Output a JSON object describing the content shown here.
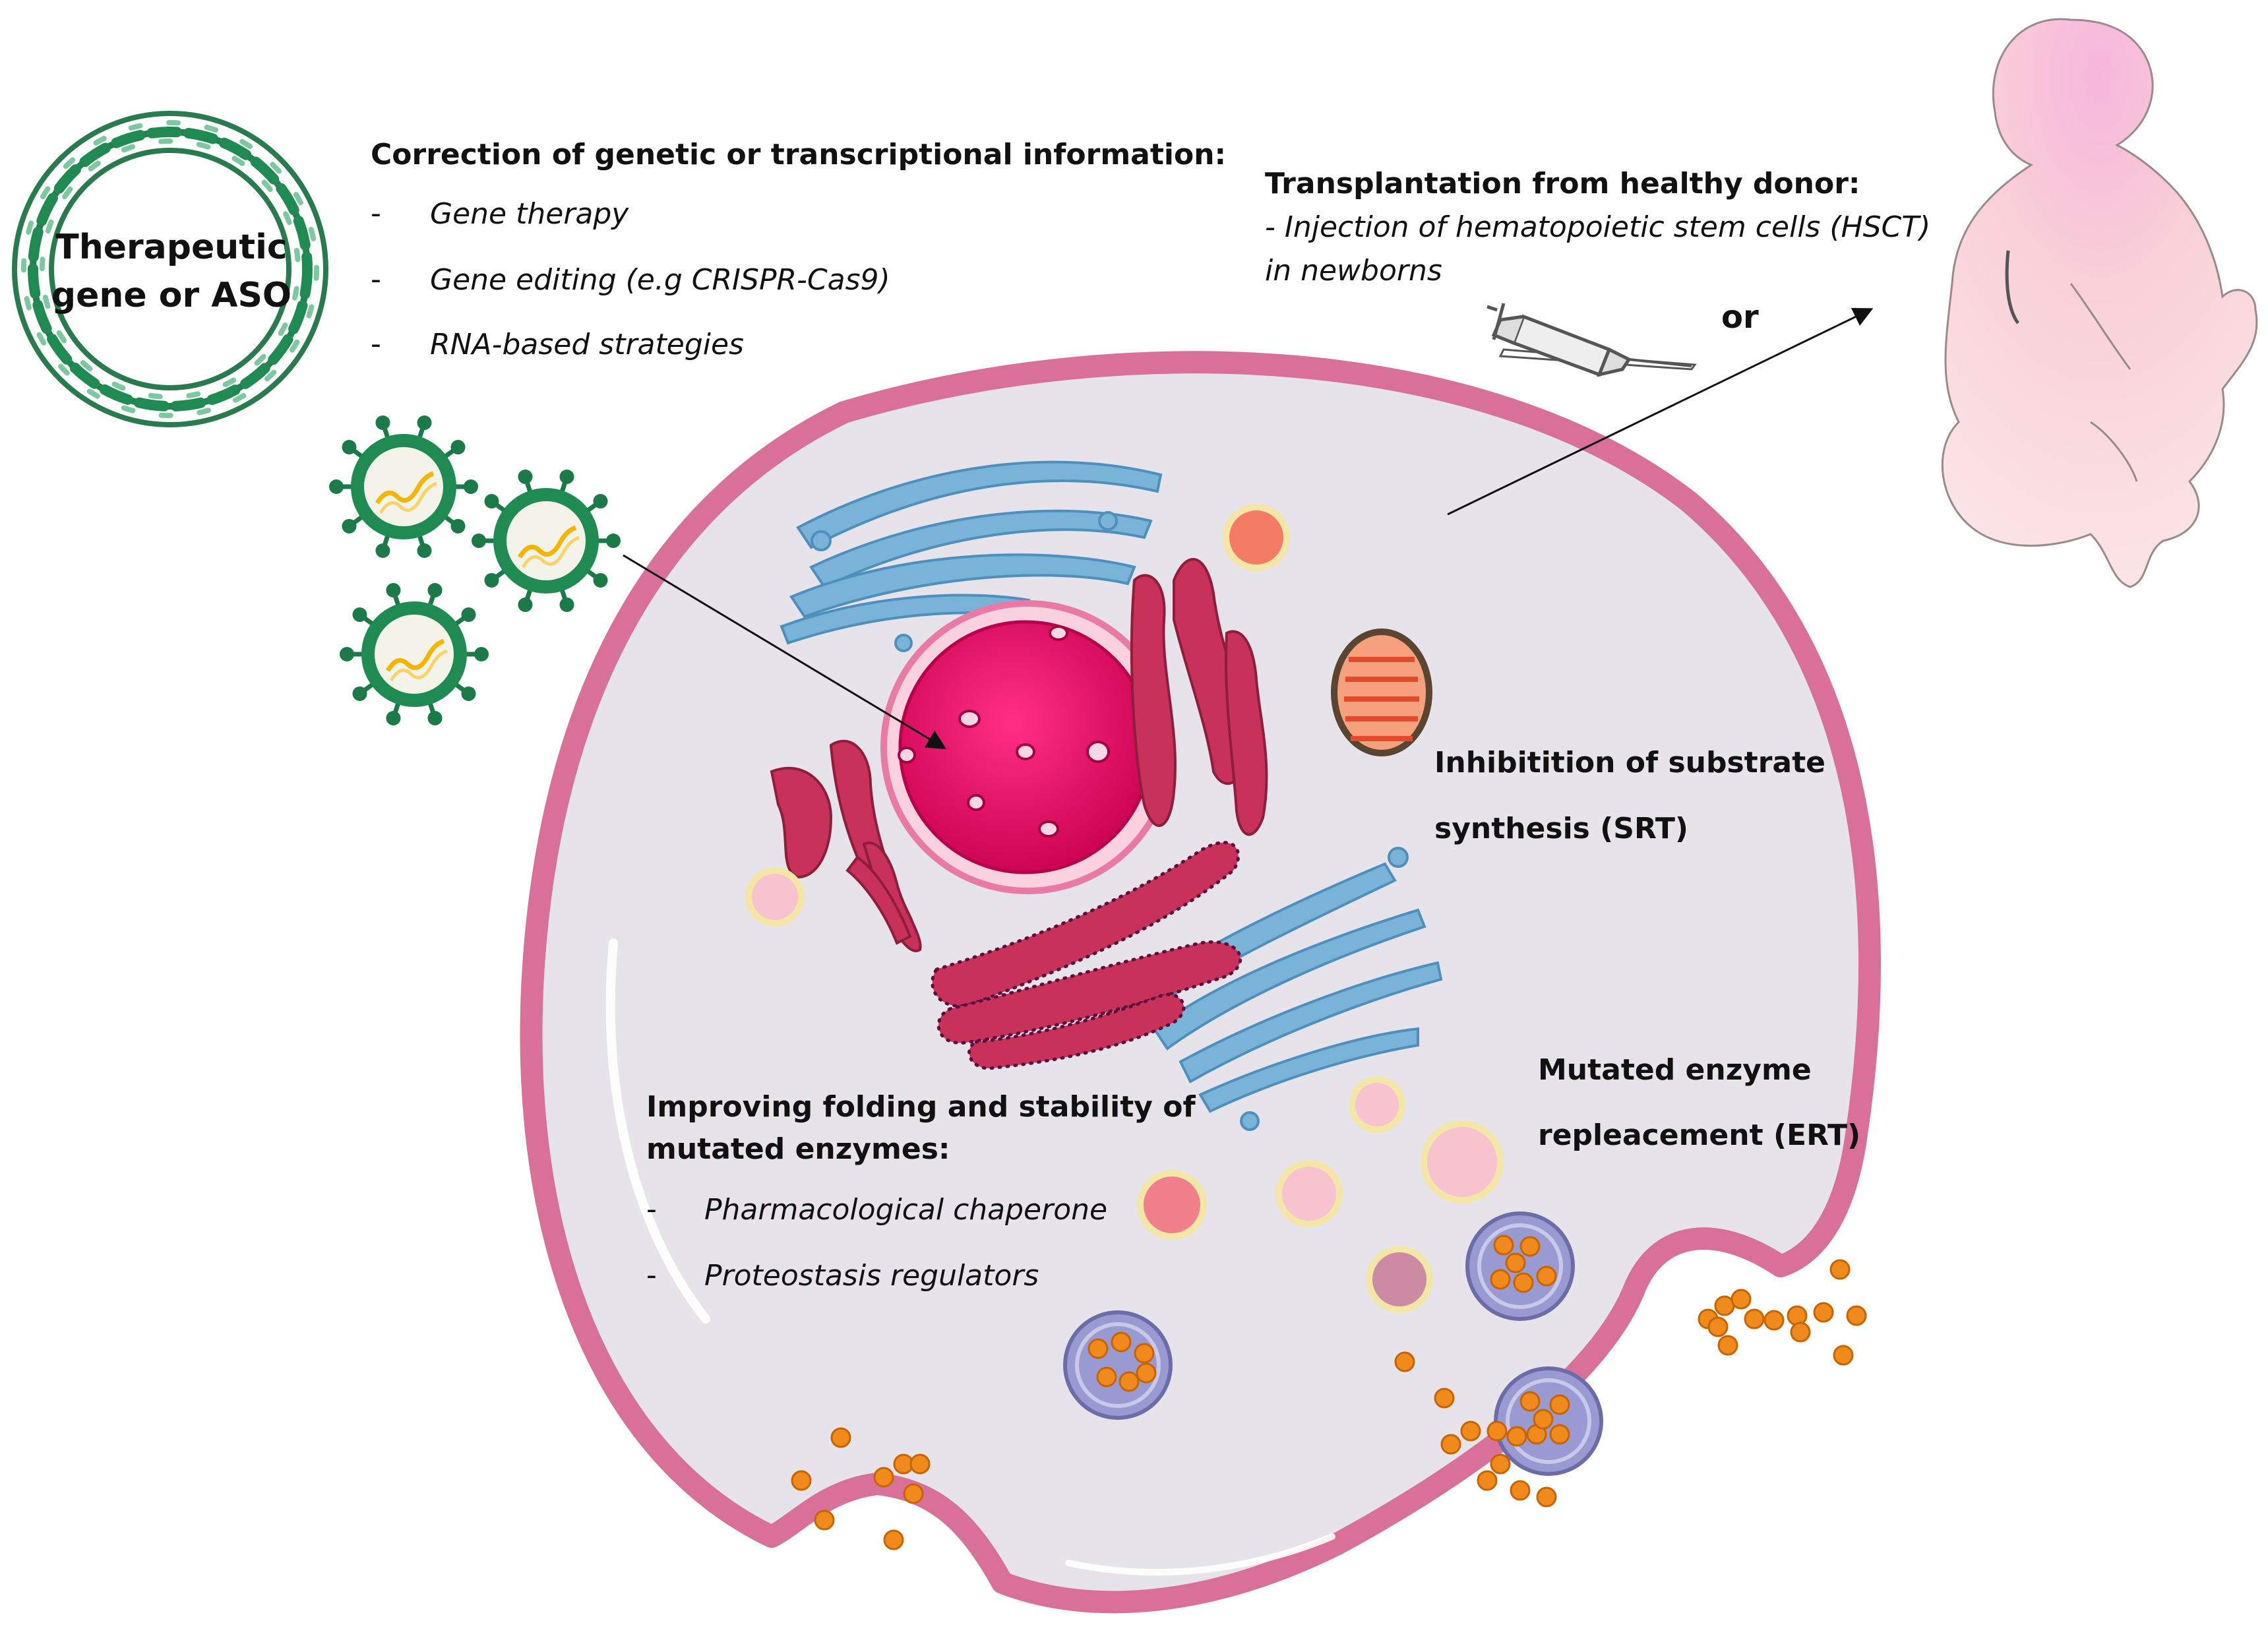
{
  "plasmid": {
    "line1": "Therapeutic",
    "line2": "gene or ASO"
  },
  "genetic": {
    "heading": "Correction of genetic or transcriptional information:",
    "items": [
      "Gene therapy",
      "Gene editing (e.g CRISPR-Cas9)",
      "RNA-based strategies"
    ]
  },
  "transplant": {
    "heading": "Transplantation from healthy donor:",
    "line1": "- Injection of hematopoietic stem cells (HSCT)",
    "line2": "in newborns",
    "or": "or"
  },
  "srt": {
    "line1": "Inhibitition of substrate",
    "line2": "synthesis (SRT)"
  },
  "ert": {
    "line1": "Mutated enzyme",
    "line2": "repleacement (ERT)"
  },
  "folding": {
    "line1": "Improving folding and stability of",
    "line2": "mutated enzymes:",
    "items": [
      "Pharmacological chaperone",
      "Proteostasis regulators"
    ]
  },
  "colors": {
    "membrane": "#d9709a",
    "cytoplasm": "#e6e4ea",
    "nucleus": "#de0a63",
    "er": "#c8315a",
    "golgi": "#7ab3d8",
    "dna": "#1f8a52",
    "substrate": "#f08a1c",
    "lysosome": "#9a9ad2",
    "baby": "#f7cdd6"
  }
}
